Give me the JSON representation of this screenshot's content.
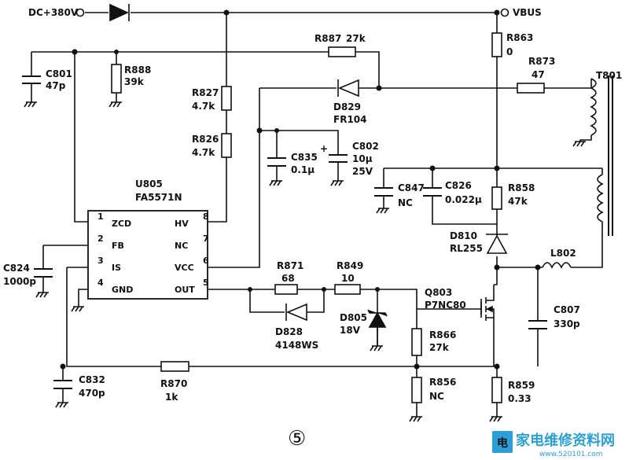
{
  "circuit": {
    "supply": "DC+380V",
    "vbus": "VBUS",
    "ic": {
      "ref": "U805",
      "part": "FA5571N"
    },
    "pins": {
      "left": [
        {
          "num": "1",
          "name": "ZCD"
        },
        {
          "num": "2",
          "name": "FB"
        },
        {
          "num": "3",
          "name": "IS"
        },
        {
          "num": "4",
          "name": "GND"
        }
      ],
      "right": [
        {
          "num": "8",
          "name": "HV"
        },
        {
          "num": "7",
          "name": "NC"
        },
        {
          "num": "6",
          "name": "VCC"
        },
        {
          "num": "5",
          "name": "OUT"
        }
      ]
    },
    "parts": {
      "C801": {
        "ref": "C801",
        "value": "47p"
      },
      "R888": {
        "ref": "R888",
        "value": "39k"
      },
      "R887": {
        "ref": "R887",
        "value": "27k"
      },
      "R827": {
        "ref": "R827",
        "value": "4.7k"
      },
      "R826": {
        "ref": "R826",
        "value": "4.7k"
      },
      "D829": {
        "ref": "D829",
        "value": "FR104"
      },
      "C835": {
        "ref": "C835",
        "value": "0.1µ"
      },
      "C802": {
        "ref": "C802",
        "value": "10µ",
        "rating": "25V"
      },
      "R863": {
        "ref": "R863",
        "value": "0"
      },
      "R873": {
        "ref": "R873",
        "value": "47"
      },
      "T801": {
        "ref": "T801"
      },
      "C847": {
        "ref": "C847",
        "value": "NC"
      },
      "C826": {
        "ref": "C826",
        "value": "0.022µ"
      },
      "R858": {
        "ref": "R858",
        "value": "47k"
      },
      "D810": {
        "ref": "D810",
        "value": "RL255"
      },
      "L802": {
        "ref": "L802"
      },
      "C824": {
        "ref": "C824",
        "value": "1000p"
      },
      "R871": {
        "ref": "R871",
        "value": "68"
      },
      "R849": {
        "ref": "R849",
        "value": "10"
      },
      "D828": {
        "ref": "D828",
        "value": "4148WS"
      },
      "D805": {
        "ref": "D805",
        "value": "18V"
      },
      "Q803": {
        "ref": "Q803",
        "value": "P7NC80"
      },
      "R866": {
        "ref": "R866",
        "value": "27k"
      },
      "C807": {
        "ref": "C807",
        "value": "330p"
      },
      "C832": {
        "ref": "C832",
        "value": "470p"
      },
      "R870": {
        "ref": "R870",
        "value": "1k"
      },
      "R856": {
        "ref": "R856",
        "value": "NC"
      },
      "R859": {
        "ref": "R859",
        "value": "0.33"
      }
    },
    "figure_mark": "⑤"
  },
  "watermark": {
    "text": "家电维修资料网",
    "url": "www.520101.com"
  }
}
